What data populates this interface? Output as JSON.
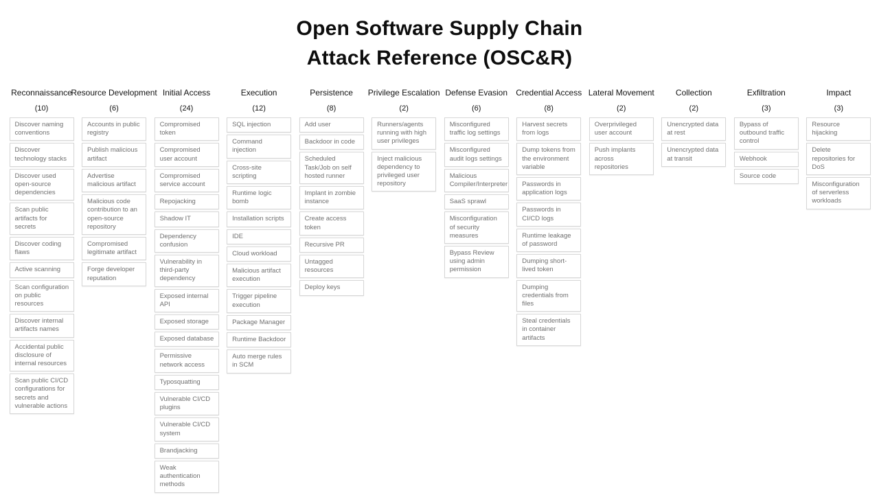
{
  "title_line1": "Open Software Supply Chain",
  "title_line2": "Attack Reference (OSC&R)",
  "columns": [
    {
      "name": "Reconnaissance",
      "count": "(10)",
      "items": [
        "Discover naming conventions",
        "Discover technology stacks",
        "Discover used open-source dependencies",
        "Scan public artifacts for secrets",
        "Discover coding flaws",
        "Active scanning",
        "Scan configuration on public resources",
        "Discover internal artifacts names",
        "Accidental public disclosure of internal resources",
        "Scan public CI/CD configurations for secrets and vulnerable actions"
      ]
    },
    {
      "name": "Resource Development",
      "count": "(6)",
      "items": [
        "Accounts in public registry",
        "Publish malicious artifact",
        "Advertise malicious artifact",
        "Malicious code contribution to an open-source repository",
        "Compromised legitimate artifact",
        "Forge developer reputation"
      ]
    },
    {
      "name": "Initial Access",
      "count": "(24)",
      "items": [
        "Compromised token",
        "Compromised user account",
        "Compromised service account",
        "Repojacking",
        "Shadow IT",
        "Dependency confusion",
        "Vulnerability in third-party dependency",
        "Exposed internal API",
        "Exposed storage",
        "Exposed database",
        "Permissive network access",
        "Typosquatting",
        "Vulnerable CI/CD plugins",
        "Vulnerable CI/CD system",
        "Brandjacking",
        "Weak authentication methods"
      ]
    },
    {
      "name": "Execution",
      "count": "(12)",
      "items": [
        "SQL injection",
        "Command injection",
        "Cross-site scripting",
        "Runtime logic bomb",
        "Installation scripts",
        "IDE",
        "Cloud workload",
        "Malicious artifact execution",
        "Trigger pipeline execution",
        "Package Manager",
        "Runtime Backdoor",
        "Auto merge rules in SCM"
      ]
    },
    {
      "name": "Persistence",
      "count": "(8)",
      "items": [
        "Add user",
        "Backdoor in code",
        "Scheduled Task/Job on self hosted runner",
        "Implant in zombie instance",
        "Create access token",
        "Recursive PR",
        "Untagged resources",
        "Deploy keys"
      ]
    },
    {
      "name": "Privilege Escalation",
      "count": "(2)",
      "items": [
        "Runners/agents running with high user privileges",
        "Inject malicious dependency to privileged user repository"
      ]
    },
    {
      "name": "Defense Evasion",
      "count": "(6)",
      "items": [
        "Misconfigured traffic log settings",
        "Misconfigured audit logs settings",
        "Malicious Compiler/Interpreter",
        "SaaS sprawl",
        "Misconfiguration of security measures",
        "Bypass Review using admin permission"
      ]
    },
    {
      "name": "Credential Access",
      "count": "(8)",
      "items": [
        "Harvest secrets from logs",
        "Dump tokens from the environment variable",
        "Passwords in application logs",
        "Passwords in CI/CD logs",
        "Runtime leakage of password",
        "Dumping short-lived token",
        "Dumping credentials from files",
        "Steal credentials in container artifacts"
      ]
    },
    {
      "name": "Lateral Movement",
      "count": "(2)",
      "items": [
        "Overprivileged user account",
        "Push implants across repositories"
      ]
    },
    {
      "name": "Collection",
      "count": "(2)",
      "items": [
        "Unencrypted data at rest",
        "Unencrypted data at transit"
      ]
    },
    {
      "name": "Exfiltration",
      "count": "(3)",
      "items": [
        "Bypass of outbound traffic control",
        "Webhook",
        "Source code"
      ]
    },
    {
      "name": "Impact",
      "count": "(3)",
      "items": [
        "Resource hijacking",
        "Delete repositories for DoS",
        "Misconfiguration of serverless workloads"
      ]
    }
  ]
}
